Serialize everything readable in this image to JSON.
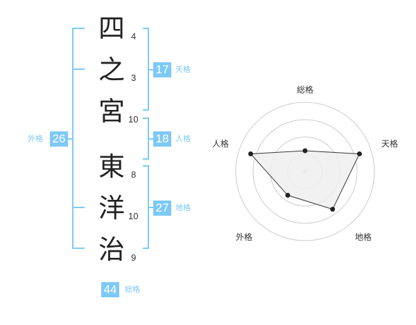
{
  "name": {
    "surname": [
      {
        "char": "四",
        "strokes": "4"
      },
      {
        "char": "之",
        "strokes": "3"
      },
      {
        "char": "宮",
        "strokes": "10"
      }
    ],
    "given": [
      {
        "char": "東",
        "strokes": "8"
      },
      {
        "char": "洋",
        "strokes": "10"
      },
      {
        "char": "治",
        "strokes": "9"
      }
    ]
  },
  "fortunes": {
    "tenkaku": {
      "value": "17",
      "label": "天格"
    },
    "jinkaku": {
      "value": "18",
      "label": "人格"
    },
    "chikaku": {
      "value": "27",
      "label": "地格"
    },
    "gaikaku": {
      "value": "26",
      "label": "外格"
    },
    "soukaku": {
      "value": "44",
      "label": "総格"
    }
  },
  "colors": {
    "accent": "#7dc9f5",
    "radar_fill": "#eeeeee",
    "radar_line": "#333333",
    "grid": "#cccccc"
  },
  "chart_data": {
    "type": "radar",
    "axes": [
      "総格",
      "天格",
      "地格",
      "外格",
      "人格"
    ],
    "max": 4,
    "values": [
      1.2,
      3.3,
      2.7,
      1.7,
      3.3
    ]
  }
}
